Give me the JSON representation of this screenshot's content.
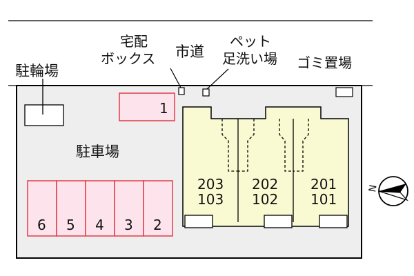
{
  "labels": {
    "parking_bicycle": "駐輪場",
    "delivery_box_line1": "宅配",
    "delivery_box_line2": "ボックス",
    "city_road": "市道",
    "pet_wash_line1": "ペット",
    "pet_wash_line2": "足洗い場",
    "garbage": "ゴミ置場",
    "parking_lot": "駐車場",
    "compass_n": "N"
  },
  "parking_spaces": [
    "1",
    "6",
    "5",
    "4",
    "3",
    "2"
  ],
  "units": [
    {
      "upper": "203",
      "lower": "103"
    },
    {
      "upper": "202",
      "lower": "102"
    },
    {
      "upper": "201",
      "lower": "101"
    }
  ],
  "colors": {
    "lot_fill": "#eeeeee",
    "building_fill": "#fafad2",
    "parking_fill": "#fde4ec",
    "parking_stroke": "#e23b4a",
    "line": "#000000"
  }
}
